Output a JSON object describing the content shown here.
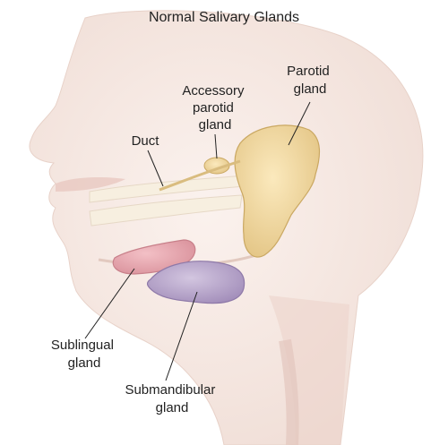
{
  "title": "Normal Salivary Glands",
  "labels": {
    "parotid": [
      "Parotid",
      "gland"
    ],
    "accessory": [
      "Accessory",
      "parotid",
      "gland"
    ],
    "duct": [
      "Duct"
    ],
    "sublingual": [
      "Sublingual",
      "gland"
    ],
    "submandibular": [
      "Submandibular",
      "gland"
    ]
  },
  "colors": {
    "skin": "#f7ebe6",
    "skin_shadow": "#ead2c8",
    "gland_parotid": "#f0d9a0",
    "gland_sublingual": "#e6a5ae",
    "gland_submandibular": "#b7a5c8",
    "lip": "#e9c8c0"
  }
}
